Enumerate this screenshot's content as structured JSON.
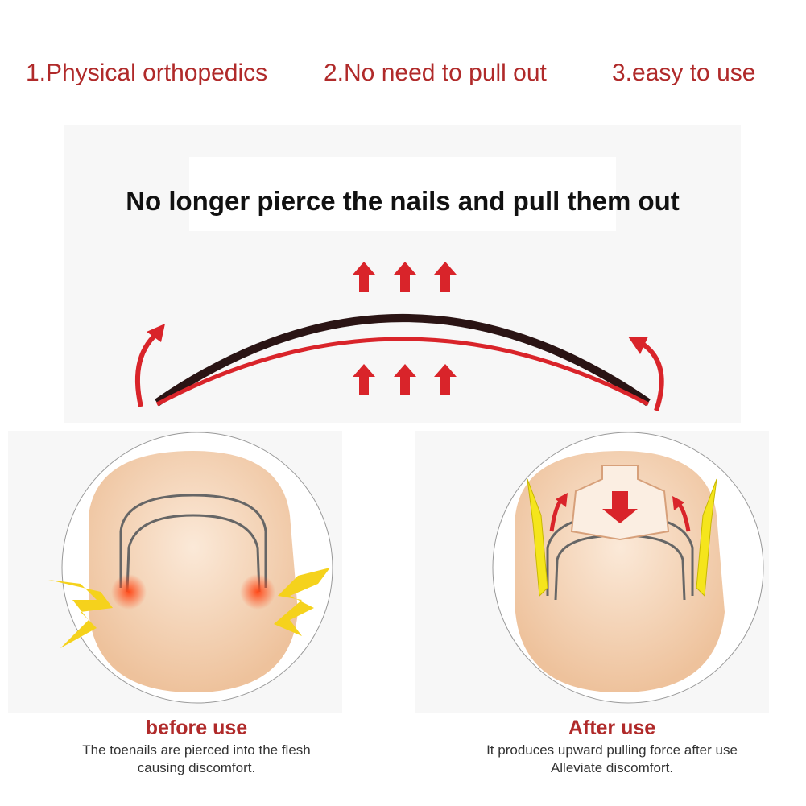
{
  "features": [
    "1.Physical orthopedics",
    "2.No need to pull out",
    "3.easy to use"
  ],
  "headline": "No longer pierce the nails and pull them out",
  "before": {
    "title": "before use",
    "line1": "The toenails are pierced into the flesh",
    "line2": "causing discomfort."
  },
  "after": {
    "title": "After use",
    "line1": "It produces upward pulling force after use",
    "line2": "Alleviate discomfort."
  },
  "colors": {
    "accent": "#b02a2a",
    "arrow": "#d9242a",
    "skin": "#f3d3b5"
  }
}
